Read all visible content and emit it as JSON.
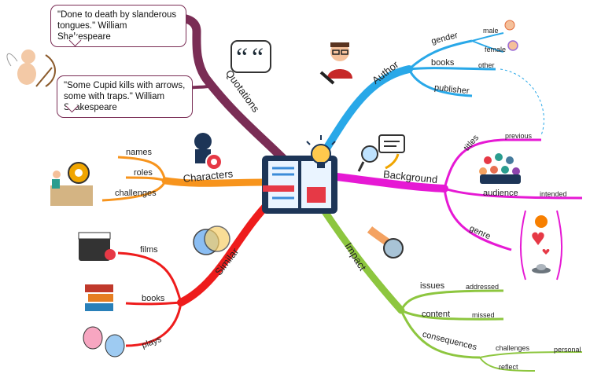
{
  "center": {
    "icon": "book-lightbulb-icon"
  },
  "branches": {
    "quotations": {
      "label": "Quotations",
      "color": "#7a2d55",
      "quotes": [
        "\"Done to death by slanderous tongues.\" William Shakespeare",
        "\"Some Cupid kills with arrows, some with traps.\" William Shakespeare"
      ]
    },
    "author": {
      "label": "Author",
      "color": "#29a8e8",
      "items": {
        "gender": "gender",
        "male": "male",
        "female": "female",
        "books": "books",
        "other": "other",
        "publisher": "publisher"
      }
    },
    "background": {
      "label": "Background",
      "color": "#e619d4",
      "items": {
        "titles": "titles",
        "previous": "previous",
        "audience": "audience",
        "intended": "intended",
        "genre": "genre"
      }
    },
    "characters": {
      "label": "Characters",
      "color": "#f7941d",
      "items": [
        "names",
        "roles",
        "challenges"
      ]
    },
    "similar": {
      "label": "Similar",
      "color": "#ee1c1c",
      "items": [
        "films",
        "books",
        "plays"
      ]
    },
    "impact": {
      "label": "Impact",
      "color": "#8dc63f",
      "items": {
        "issues": "issues",
        "addressed": "addressed",
        "content": "content",
        "missed": "missed",
        "consequences": "consequences",
        "challenges": "challenges",
        "personal": "personal",
        "reflect": "reflect"
      }
    }
  }
}
